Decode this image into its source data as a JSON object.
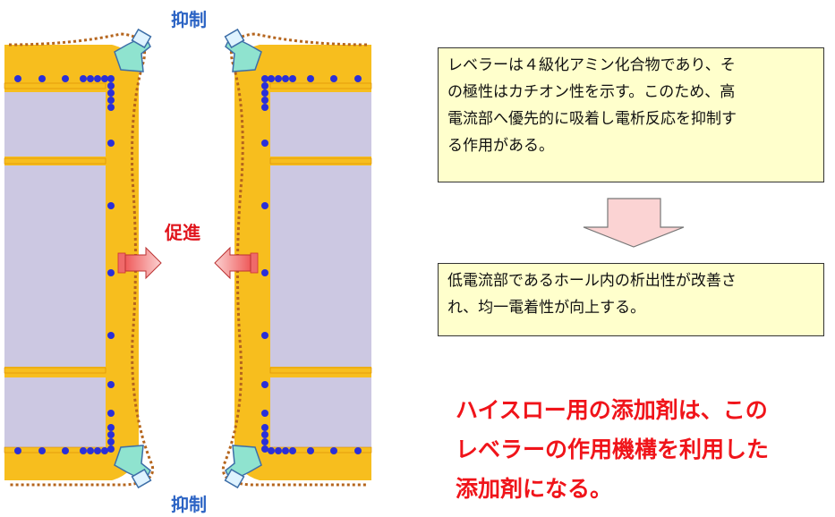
{
  "diagram": {
    "label_top": "抑制",
    "label_bottom": "抑制",
    "label_middle": "促進"
  },
  "box1": {
    "line1": "レベラーは４級化アミン化合物であり、そ",
    "line2": "の極性はカチオン性を示す。このため、高",
    "line3": "電流部へ優先的に吸着し電析反応を抑制す",
    "line4": "る作用がある。"
  },
  "box2": {
    "line1": "低電流部であるホール内の析出性が改善さ",
    "line2": "れ、均一電着性が向上する。"
  },
  "conclusion": {
    "line1": "ハイスロー用の添加剤は、この",
    "line2": "レベラーの作用機構を利用した",
    "line3": "添加剤になる。"
  },
  "colors": {
    "copper": "#f7be1e",
    "panel": "#ccc8e2",
    "dot": "#2a2fd8",
    "dotted_line": "#b5651d",
    "arrow_pink": "#f7b6b8",
    "arrow_teal": "#8fe3cf",
    "red_text": "#f0141a",
    "label_blue": "#2b63c4",
    "box_bg": "#ffffcc"
  }
}
